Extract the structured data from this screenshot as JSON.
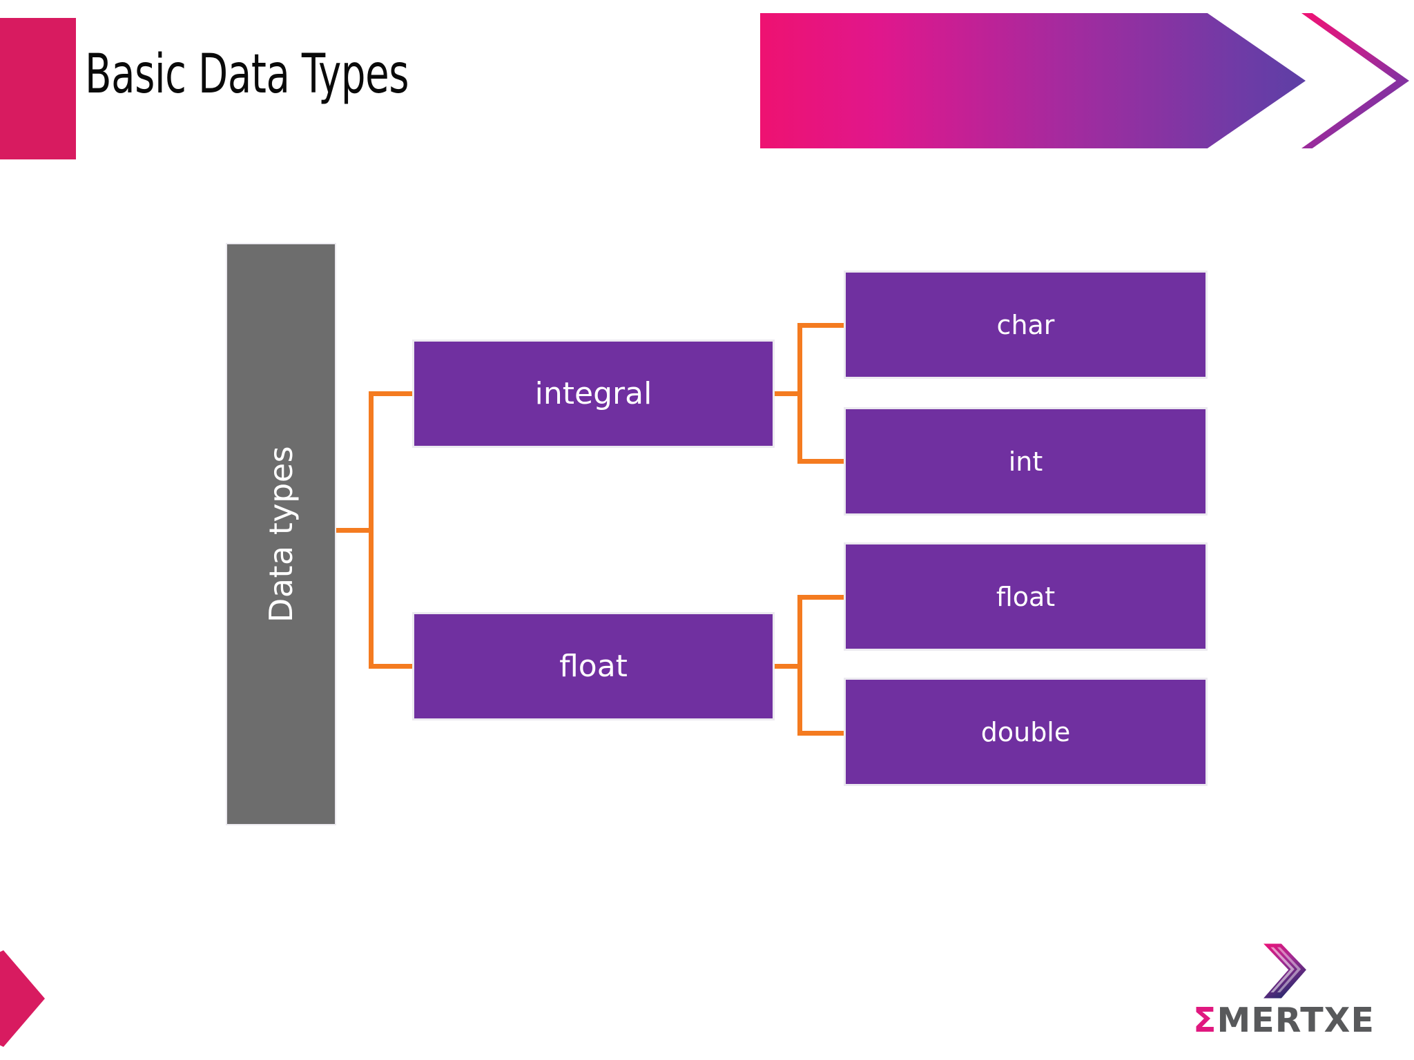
{
  "slide": {
    "title": "Basic Data Types",
    "background_color": "#ffffff"
  },
  "header": {
    "accent_block_color": "#d81b60",
    "banner_gradient_from": "#ee1271",
    "banner_gradient_to": "#5d3fa5",
    "banner_shape": "arrow-right",
    "chevron_shape": "chevron-right"
  },
  "diagram": {
    "type": "tree",
    "orientation": "left-to-right",
    "connector_color": "#f47b20",
    "root": {
      "label": "Data types",
      "fill": "#6d6d6d",
      "text_color": "#ffffff",
      "orientation": "vertical-text"
    },
    "branches": [
      {
        "label": "integral",
        "fill": "#7030a0",
        "text_color": "#ffffff",
        "children": [
          {
            "label": "char",
            "fill": "#7030a0",
            "text_color": "#ffffff"
          },
          {
            "label": "int",
            "fill": "#7030a0",
            "text_color": "#ffffff"
          }
        ]
      },
      {
        "label": "float",
        "fill": "#7030a0",
        "text_color": "#ffffff",
        "children": [
          {
            "label": "float",
            "fill": "#7030a0",
            "text_color": "#ffffff"
          },
          {
            "label": "double",
            "fill": "#7030a0",
            "text_color": "#ffffff"
          }
        ]
      }
    ]
  },
  "footer": {
    "pentagon_color": "#d81b60",
    "logo": {
      "sigma": "Σ",
      "name": "MERTXE",
      "mark": "chevron-logo",
      "text_color": "#58595b",
      "sigma_color": "#e0187f"
    }
  }
}
